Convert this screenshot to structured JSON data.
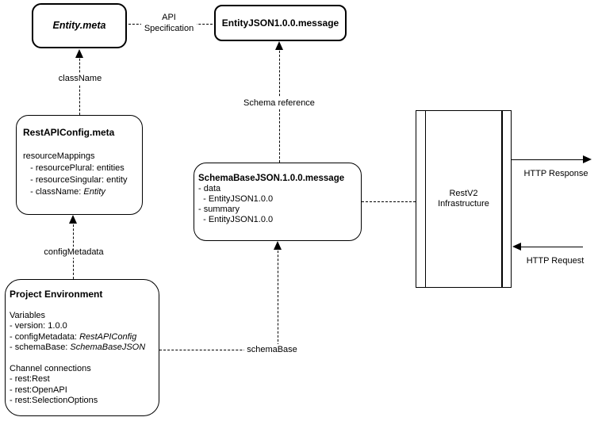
{
  "diagram": {
    "entity_meta": {
      "title": "Entity.meta"
    },
    "entity_json": {
      "title": "EntityJSON1.0.0.message"
    },
    "rest_api_config": {
      "title": "RestAPIConfig.meta",
      "section": "resourceMappings",
      "item1": "   - resourcePlural: entities",
      "item2": "   - resourceSingular: entity",
      "item3_prefix": "   - className: ",
      "item3_value": "Entity"
    },
    "schema_base": {
      "title": "SchemaBaseJSON.1.0.0.message",
      "line1": "- data",
      "line2": "  - EntityJSON1.0.0",
      "line3": "- summary",
      "line4": "  - EntityJSON1.0.0"
    },
    "project_env": {
      "title": "Project Environment",
      "vars_header": "Variables",
      "var1": "- version: 1.0.0",
      "var2_prefix": "- configMetadata: ",
      "var2_value": "RestAPIConfig",
      "var3_prefix": "- schemaBase: ",
      "var3_value": "SchemaBaseJSON",
      "channels_header": "Channel connections",
      "channel1": "- rest:Rest",
      "channel2": "- rest:OpenAPI",
      "channel3": "- rest:SelectionOptions"
    },
    "restv2": {
      "line1": "RestV2",
      "line2": "Infrastructure"
    },
    "labels": {
      "api_spec_line1": "API",
      "api_spec_line2": "Specification",
      "class_name": "className",
      "schema_reference": "Schema reference",
      "config_metadata": "configMetadata",
      "schema_base": "schemaBase",
      "http_response": "HTTP Response",
      "http_request": "HTTP Request"
    }
  }
}
